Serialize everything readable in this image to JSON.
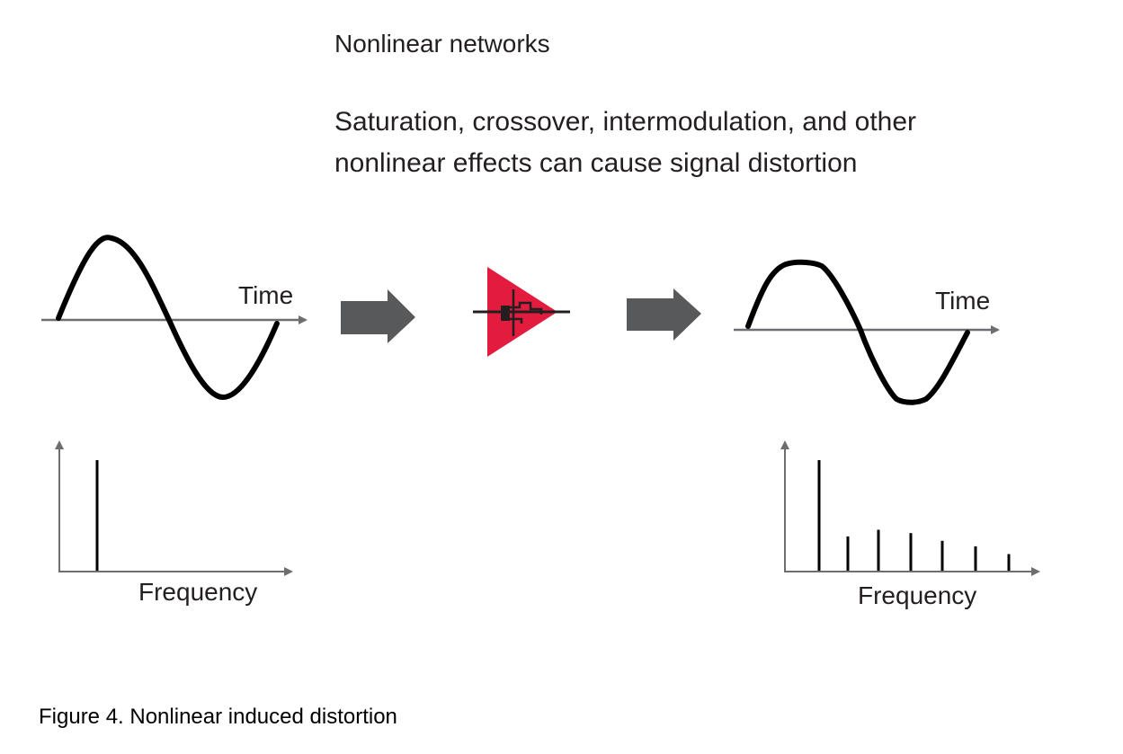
{
  "heading": "Nonlinear networks",
  "description": {
    "line1": "Saturation, crossover, intermodulation, and other",
    "line2": "nonlinear effects can cause signal distortion"
  },
  "input_signal": {
    "time_label": "Time",
    "frequency_label": "Frequency",
    "spectrum_lines": [
      1.0
    ]
  },
  "output_signal": {
    "time_label": "Time",
    "frequency_label": "Frequency",
    "spectrum_lines": [
      1.0,
      0.31,
      0.37,
      0.34,
      0.27,
      0.22,
      0.15
    ]
  },
  "caption": "Figure 4. Nonlinear induced distortion",
  "colors": {
    "amplifier": "#e31b3f",
    "arrow": "#58595b",
    "axis": "#6d6e71",
    "wave": "#000000"
  },
  "icons": {
    "amplifier": "amplifier-transistor-icon",
    "flow_arrow": "right-arrow-icon"
  }
}
